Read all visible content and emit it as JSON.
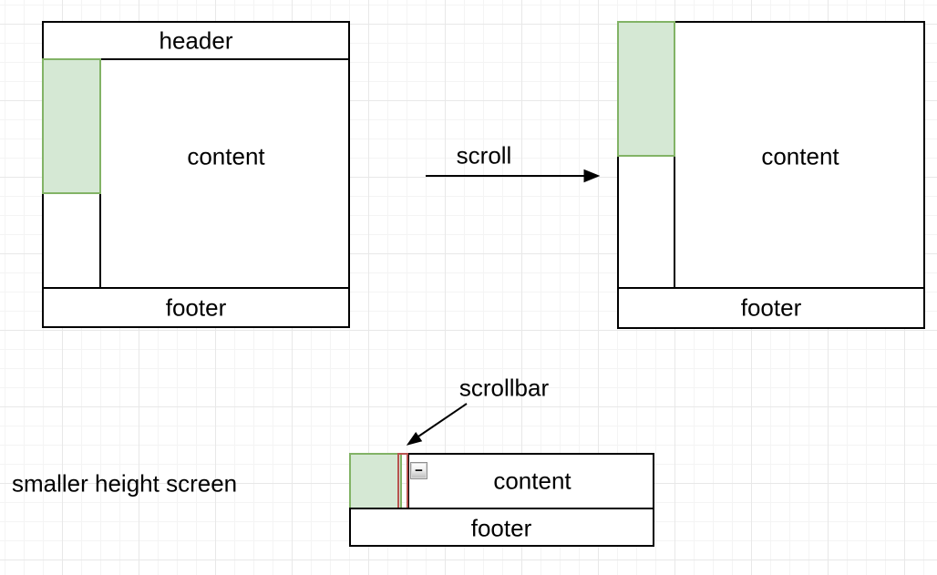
{
  "palette": {
    "shape_stroke": "#000000",
    "text_color": "#000000",
    "green_fill": "#d5e8d4",
    "green_stroke": "#82b366",
    "scrollbar_stroke": "#b85450",
    "grid_minor": "#f4f4f4",
    "grid_major": "#e8e8e8"
  },
  "before_screen": {
    "header_label": "header",
    "content_label": "content",
    "footer_label": "footer"
  },
  "after_screen": {
    "content_label": "content",
    "footer_label": "footer"
  },
  "transition": {
    "label": "scroll"
  },
  "small_screen": {
    "caption": "smaller height screen",
    "callout_label": "scrollbar",
    "content_label": "content",
    "footer_label": "footer",
    "collapse_glyph": "−"
  }
}
